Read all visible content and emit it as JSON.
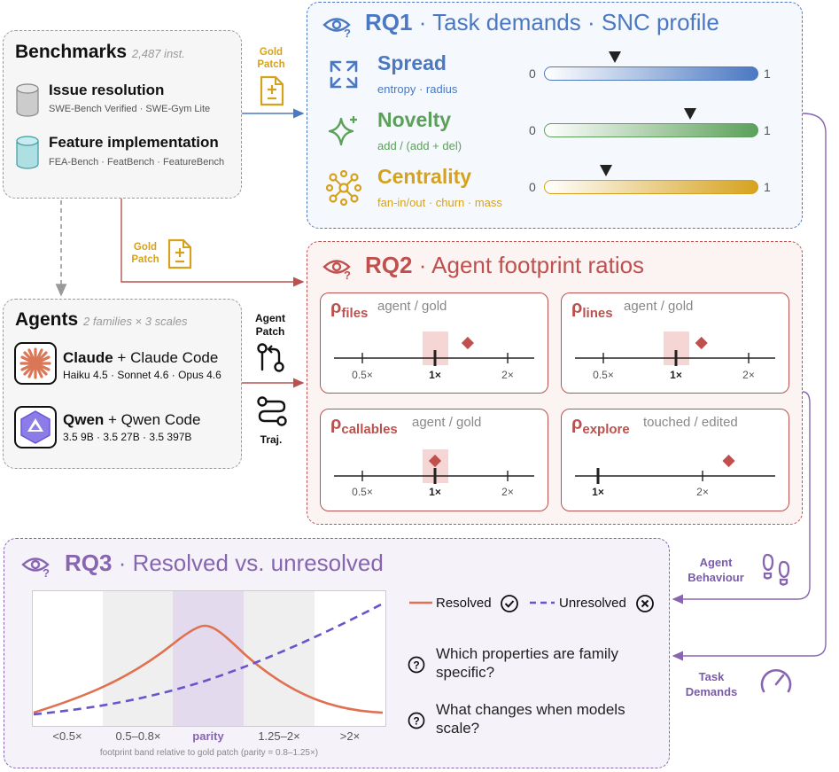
{
  "benchmarks": {
    "title": "Benchmarks",
    "count": "2,487 inst.",
    "issue": {
      "title": "Issue resolution",
      "sub": "SWE-Bench Verified · SWE-Gym Lite"
    },
    "feature": {
      "title": "Feature implementation",
      "sub": "FEA-Bench · FeatBench · FeatureBench"
    }
  },
  "gold_patch_label": {
    "line1": "Gold",
    "line2": "Patch"
  },
  "agents": {
    "title": "Agents",
    "sub": "2 families × 3 scales",
    "claude": {
      "name": "Claude",
      "plus": "+ Claude Code",
      "models": "Haiku 4.5 · Sonnet 4.6 · Opus 4.6"
    },
    "qwen": {
      "name": "Qwen",
      "plus": "+ Qwen Code",
      "models": "3.5 9B · 3.5 27B · 3.5 397B"
    }
  },
  "agent_patch_label": {
    "line1": "Agent",
    "line2": "Patch"
  },
  "traj_label": "Traj.",
  "rq1": {
    "id": "RQ1",
    "title": " · Task demands · SNC profile",
    "properties": [
      {
        "name": "Spread",
        "sub": "entropy · radius",
        "min": "0",
        "max": "1",
        "marker": 0.33,
        "color": "#4a78c2"
      },
      {
        "name": "Novelty",
        "sub": "add / (add + del)",
        "min": "0",
        "max": "1",
        "marker": 0.68,
        "color": "#5ca05a"
      },
      {
        "name": "Centrality",
        "sub": "fan-in/out · churn · mass",
        "min": "0",
        "max": "1",
        "marker": 0.29,
        "color": "#d6a21e"
      }
    ]
  },
  "rq2": {
    "id": "RQ2",
    "title": " · Agent footprint ratios",
    "panels": [
      {
        "symbol": "ρ",
        "subscript": "files",
        "desc": "agent / gold",
        "ticks": [
          "0.5×",
          "1×",
          "2×"
        ],
        "value": 1.45
      },
      {
        "symbol": "ρ",
        "subscript": "lines",
        "desc": "agent / gold",
        "ticks": [
          "0.5×",
          "1×",
          "2×"
        ],
        "value": 1.35
      },
      {
        "symbol": "ρ",
        "subscript": "callables",
        "desc": "agent / gold",
        "ticks": [
          "0.5×",
          "1×",
          "2×"
        ],
        "value": 1.0
      },
      {
        "symbol": "ρ",
        "subscript": "explore",
        "desc": "touched / edited",
        "ticks": [
          "1×",
          "2×"
        ],
        "value": 2.25
      }
    ]
  },
  "rq3": {
    "id": "RQ3",
    "title": " · Resolved vs. unresolved",
    "bands": [
      "<0.5×",
      "0.5–0.8×",
      "parity",
      "1.25–2×",
      ">2×"
    ],
    "caption": "footprint band relative to gold patch (parity = 0.8–1.25×)",
    "legend": {
      "resolved": "Resolved",
      "unresolved": "Unresolved"
    },
    "questions": [
      {
        "line1": "Which properties are family",
        "line2": "specific?"
      },
      {
        "line1": "What changes when models",
        "line2": "scale?"
      }
    ]
  },
  "agent_behaviour_label": {
    "line1": "Agent",
    "line2": "Behaviour"
  },
  "task_demands_label": {
    "line1": "Task",
    "line2": "Demands"
  },
  "colors": {
    "rq1": "#4a78c2",
    "rq2": "#c0504d",
    "rq3": "#8765b0",
    "gold": "#d6a21e",
    "resolved": "#e07050",
    "unresolved": "#6655cc"
  }
}
